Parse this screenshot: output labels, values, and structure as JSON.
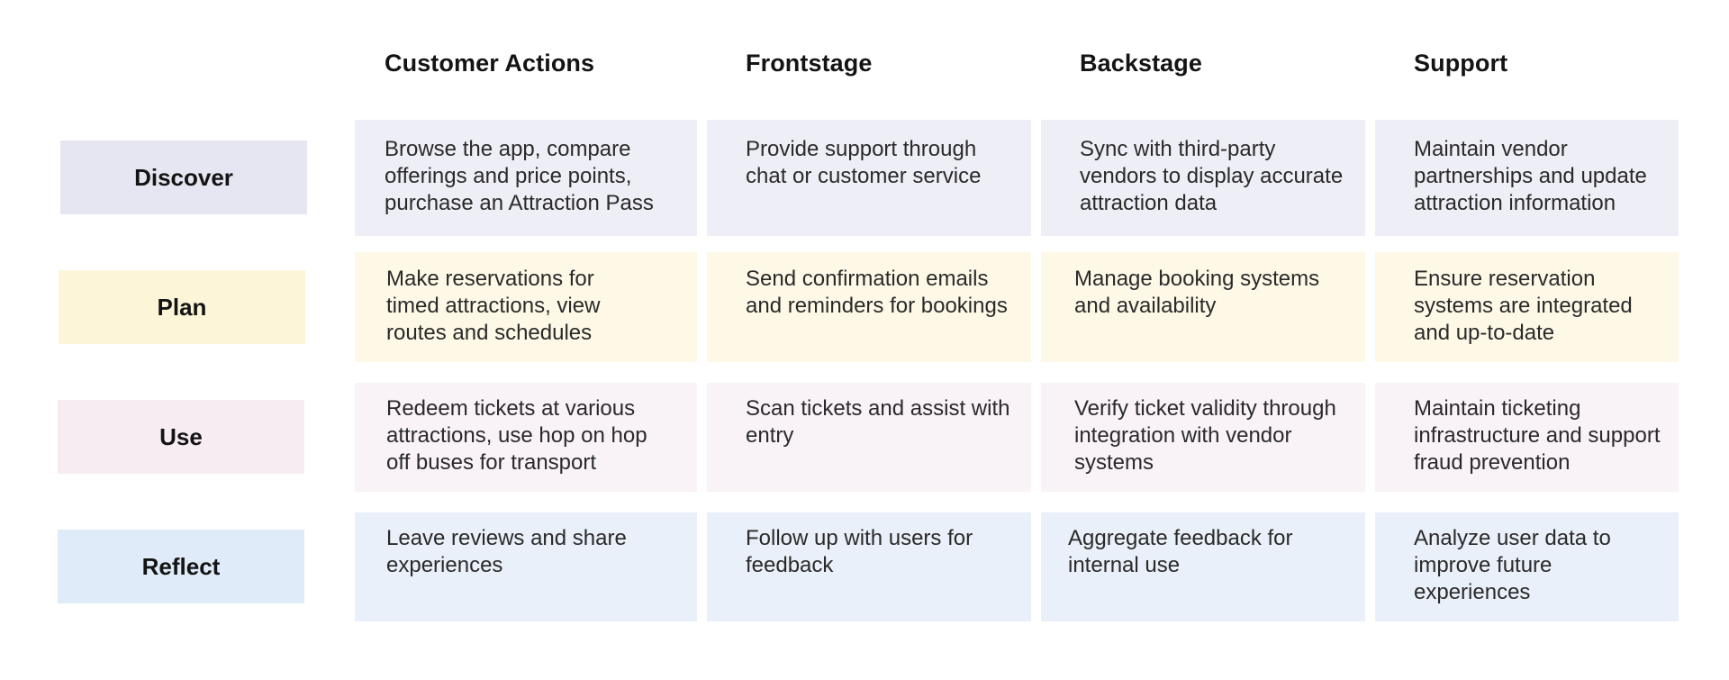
{
  "columns": [
    "Customer Actions",
    "Frontstage",
    "Backstage",
    "Support"
  ],
  "rows": [
    {
      "stage": "Discover",
      "label_color": "#e6e6f2",
      "cell_color": "#eeeef7",
      "cells": [
        "Browse the app, compare offerings and price points, purchase an Attraction Pass",
        "Provide support through chat or customer service",
        "Sync with third-party vendors to display accurate attraction data",
        "Maintain vendor partnerships and update attraction information"
      ]
    },
    {
      "stage": "Plan",
      "label_color": "#fdf5d8",
      "cell_color": "#fef8e6",
      "cells": [
        "Make reservations for timed attractions, view routes and schedules",
        "Send confirmation emails and reminders for bookings",
        "Manage booking systems and availability",
        "Ensure reservation systems are integrated and up-to-date"
      ]
    },
    {
      "stage": "Use",
      "label_color": "#f8ecf3",
      "cell_color": "#f9f2f7",
      "cells": [
        "Redeem tickets at various attractions, use hop on hop off buses for transport",
        "Scan tickets and assist with entry",
        "Verify ticket validity through integration with vendor systems",
        "Maintain ticketing infrastructure and support fraud prevention"
      ]
    },
    {
      "stage": "Reflect",
      "label_color": "#dfebf8",
      "cell_color": "#e9f0f9",
      "cells": [
        "Leave reviews and share experiences",
        "Follow up with users for feedback",
        "Aggregate feedback for internal use",
        "Analyze user data to improve future experiences"
      ]
    }
  ]
}
